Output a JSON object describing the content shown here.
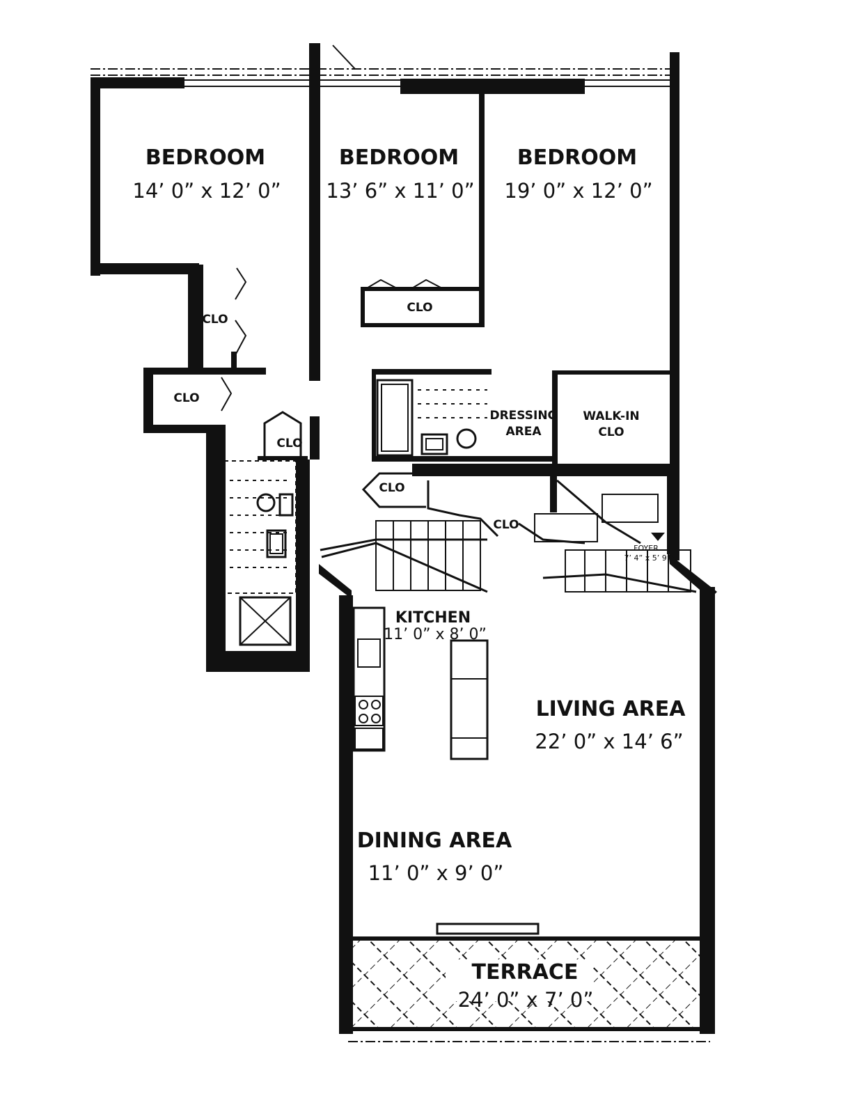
{
  "rooms": {
    "bedroom_left": {
      "name": "BEDROOM",
      "dims": "14’ 0” x 12’ 0”"
    },
    "bedroom_middle": {
      "name": "BEDROOM",
      "dims": "13’ 6” x 11’ 0”"
    },
    "bedroom_right": {
      "name": "BEDROOM",
      "dims": "19’ 0” x 12’ 0”"
    },
    "kitchen": {
      "name": "KITCHEN",
      "dims": "11’ 0” x 8’ 0”"
    },
    "living": {
      "name": "LIVING AREA",
      "dims": "22’ 0” x 14’ 6”"
    },
    "dining": {
      "name": "DINING AREA",
      "dims": "11’ 0” x 9’ 0”"
    },
    "terrace": {
      "name": "TERRACE",
      "dims": "24’ 0” x 7’ 0”"
    },
    "foyer": {
      "name": "FOYER",
      "dims": "7’ 4” x 5’ 9”"
    }
  },
  "labels": {
    "clo": "CLO",
    "dressing_line1": "DRESSING",
    "dressing_line2": "AREA",
    "walkin_line1": "WALK-IN",
    "walkin_line2": "CLO"
  },
  "colors": {
    "ink": "#111111",
    "paper": "#ffffff"
  }
}
